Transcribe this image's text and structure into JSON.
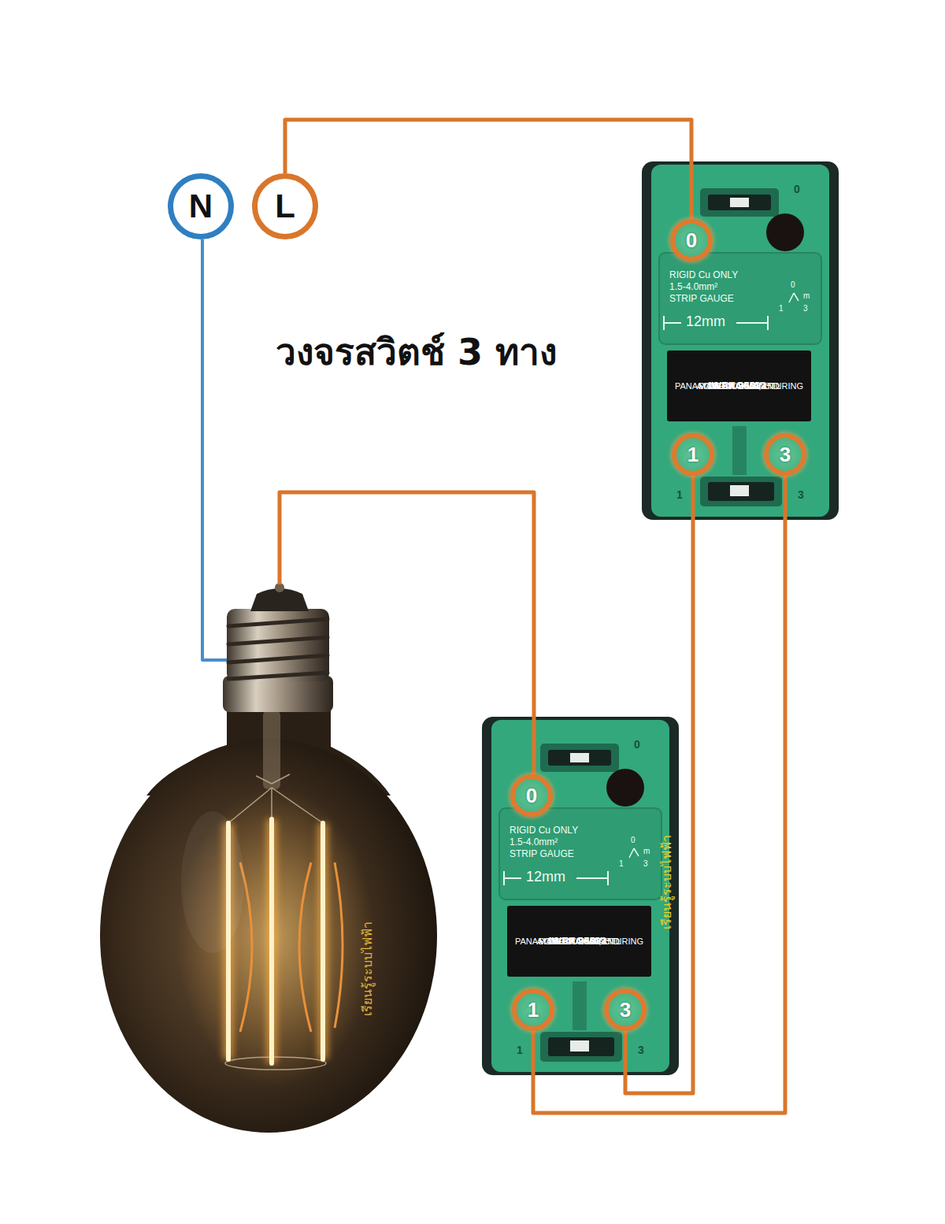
{
  "diagram": {
    "title": "วงจรสวิตช์ 3 ทาง",
    "nodes": [
      {
        "text": [
          "N"
        ]
      },
      {
        "text": [
          "L"
        ]
      },
      {
        "text": [
          "0",
          "RIGID Cu ONLY",
          "1.5-4.0mm²",
          "STRIP GAUGE",
          "0",
          "m",
          "1",
          "3",
          "12mm",
          "1",
          "3"
        ]
      },
      {
        "text": [
          "0"
        ],
        "in": 2
      },
      {
        "text": [
          "WEAG5522",
          "16 AX 250V ~",
          "PANASONIC MANUFACTURING",
          "AYUTHAYA CO., LTD.",
          "MADE IN THAILAND"
        ],
        "in": 2
      },
      {
        "text": [
          "1"
        ],
        "in": 2
      },
      {
        "text": [
          "3"
        ],
        "in": 2
      },
      {
        "text": [
          "0",
          "RIGID Cu ONLY",
          "1.5-4.0mm²",
          "STRIP GAUGE",
          "0",
          "m",
          "1",
          "3",
          "12mm",
          "1",
          "3"
        ]
      },
      {
        "text": [
          "0"
        ],
        "in": 7
      },
      {
        "text": [
          "WEAG5522",
          "16 AX 250V ~",
          "PANASONIC MANUFACTURING",
          "AYUTHAYA CO., LTD.",
          "MADE IN THAILAND"
        ],
        "in": 7
      },
      {
        "text": [
          "1"
        ],
        "in": 7
      },
      {
        "text": [
          "3"
        ],
        "in": 7
      }
    ],
    "edges": [
      {
        "from": 1,
        "to": 3,
        "arrow": "none"
      },
      {
        "from": 5,
        "to": 11,
        "arrow": "none"
      },
      {
        "from": 6,
        "to": 10,
        "arrow": "none"
      }
    ],
    "labels": [
      "เรียนรู้ระบบไฟฟ้า",
      "เรียนรู้ระบบไฟฟ้า"
    ]
  }
}
